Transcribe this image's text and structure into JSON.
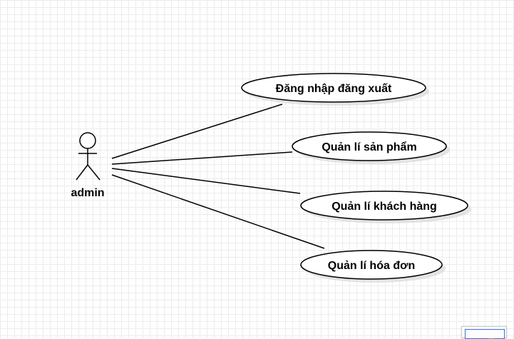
{
  "diagram": {
    "actor": {
      "name": "admin"
    },
    "use_cases": [
      {
        "label": "Đăng nhập đăng xuất"
      },
      {
        "label": "Quản lí sản phẩm"
      },
      {
        "label": "Quản lí khách hàng"
      },
      {
        "label": "Quản lí hóa đơn"
      }
    ]
  },
  "colors": {
    "grid": "#ececec",
    "stroke": "#000000",
    "shadow": "#d9d9d9",
    "minimap_border": "#3b6fd6"
  }
}
